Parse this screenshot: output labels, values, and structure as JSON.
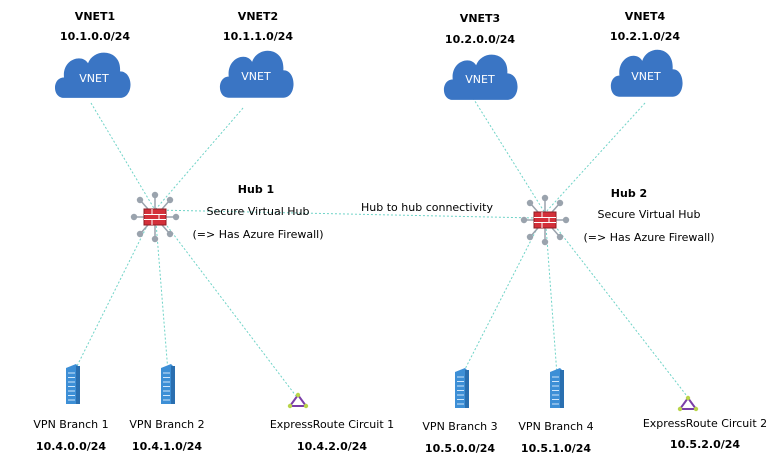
{
  "colors": {
    "line": "#6fd3c7",
    "cloud": "#3a75c4",
    "cloud_text": "#ffffff",
    "firewall": "#d3303a",
    "hub_spoke": "#9aa3ad",
    "building": "#3d8fd6",
    "expressroute": "#7b3ea8"
  },
  "vnets": [
    {
      "name": "VNET1",
      "cidr": "10.1.0.0/24",
      "cloud_label": "VNET"
    },
    {
      "name": "VNET2",
      "cidr": "10.1.1.0/24",
      "cloud_label": "VNET"
    },
    {
      "name": "VNET3",
      "cidr": "10.2.0.0/24",
      "cloud_label": "VNET"
    },
    {
      "name": "VNET4",
      "cidr": "10.2.1.0/24",
      "cloud_label": "VNET"
    }
  ],
  "hubs": [
    {
      "title": "Hub 1",
      "subtitle": "Secure Virtual Hub",
      "note": "(=> Has Azure Firewall)",
      "icon": "secure-hub-firewall-icon"
    },
    {
      "title": "Hub 2",
      "subtitle": "Secure Virtual Hub",
      "note": "(=> Has Azure Firewall)",
      "icon": "secure-hub-firewall-icon"
    }
  ],
  "hub_link_label": "Hub to hub connectivity",
  "branches": [
    {
      "name": "VPN Branch 1",
      "cidr": "10.4.0.0/24",
      "icon": "building-icon"
    },
    {
      "name": "VPN Branch 2",
      "cidr": "10.4.1.0/24",
      "icon": "building-icon"
    },
    {
      "name": "ExpressRoute Circuit 1",
      "cidr": "10.4.2.0/24",
      "icon": "expressroute-icon"
    },
    {
      "name": "VPN Branch 3",
      "cidr": "10.5.0.0/24",
      "icon": "building-icon"
    },
    {
      "name": "VPN Branch 4",
      "cidr": "10.5.1.0/24",
      "icon": "building-icon"
    },
    {
      "name": "ExpressRoute Circuit 2",
      "cidr": "10.5.2.0/24",
      "icon": "expressroute-icon"
    }
  ]
}
